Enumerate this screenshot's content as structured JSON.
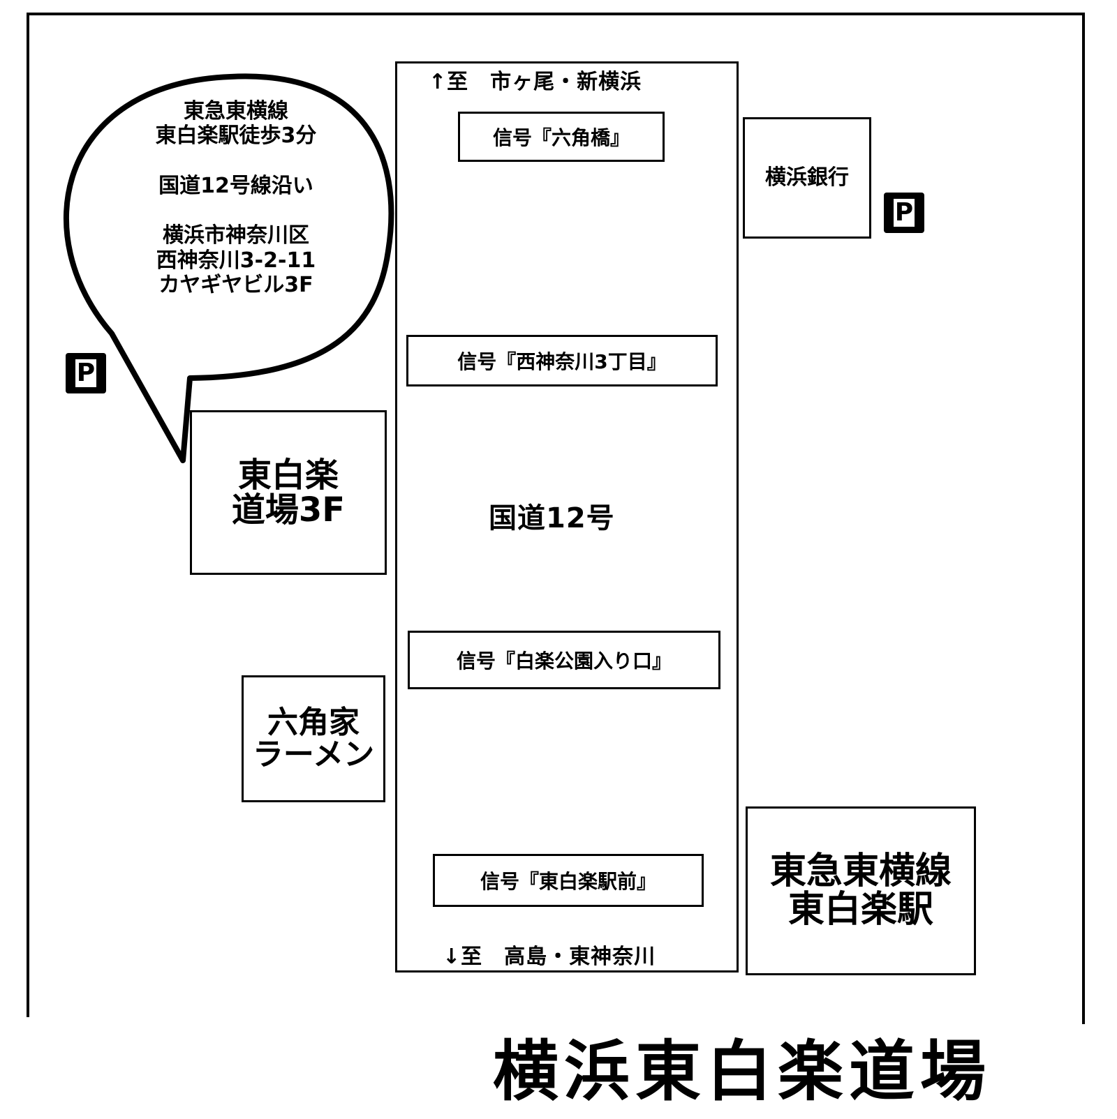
{
  "road": {
    "north_direction": "↑至　市ヶ尾・新横浜",
    "south_direction": "↓至　高島・東神奈川",
    "name": "国道12号"
  },
  "signals": [
    "信号『六角橋』",
    "信号『西神奈川3丁目』",
    "信号『白楽公園入り口』",
    "信号『東白楽駅前』"
  ],
  "buildings": {
    "bank": "横浜銀行",
    "dojo": [
      "東白楽",
      "道場3F"
    ],
    "ramen": [
      "六角家",
      "ラーメン"
    ],
    "station": [
      "東急東横線",
      "東白楽駅"
    ]
  },
  "parking_label": "P",
  "callout": {
    "access": [
      "東急東横線",
      "東白楽駅徒歩3分"
    ],
    "route": "国道12号線沿い",
    "address": [
      "横浜市神奈川区",
      "西神奈川3-2-11",
      "カヤギヤビル3F"
    ]
  },
  "title": "横浜東白楽道場"
}
